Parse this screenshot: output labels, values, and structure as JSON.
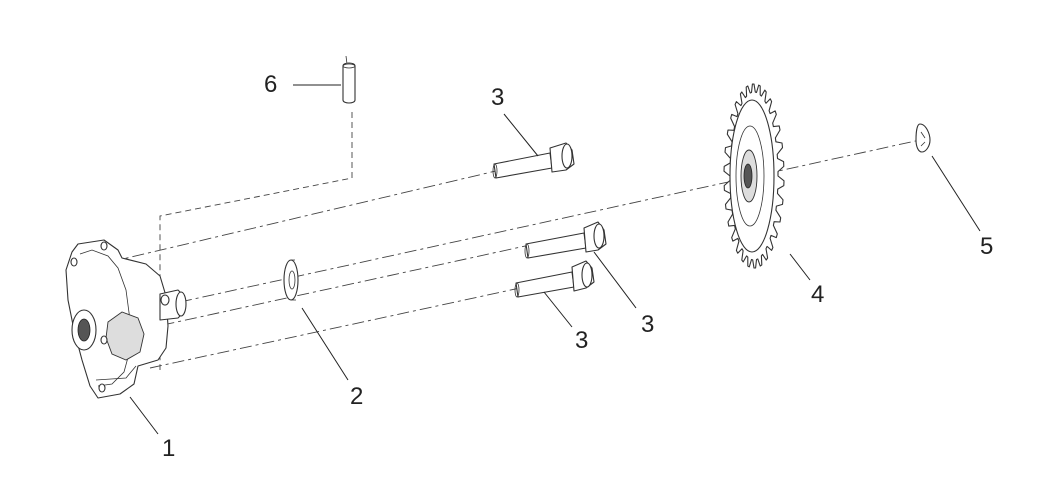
{
  "callouts": {
    "c1": "1",
    "c2": "2",
    "c3a": "3",
    "c3b": "3",
    "c3c": "3",
    "c4": "4",
    "c5": "5",
    "c6": "6"
  },
  "colors": {
    "line": "#333333",
    "background": "#ffffff"
  }
}
